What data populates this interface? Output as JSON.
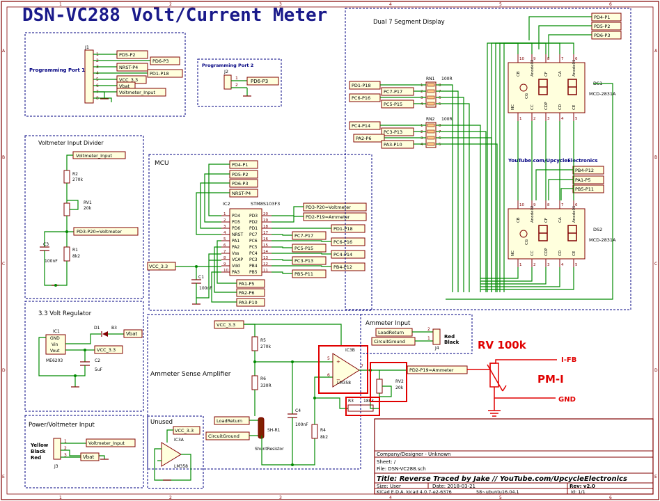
{
  "title": "DSN-VC288 Volt/Current Meter",
  "colors": {
    "wire": "#008a00",
    "box": "#000080",
    "part": "#800000",
    "label_text": "#000000",
    "annot": "#e00000",
    "label_fill": "#ffffdd"
  },
  "border": {
    "cols": [
      "1",
      "2",
      "3",
      "4",
      "5",
      "6"
    ],
    "rows": [
      "A",
      "B",
      "C",
      "D",
      "E"
    ]
  },
  "prog1": {
    "title": "Programming Port 1",
    "ref": "J1",
    "pins": [
      "1",
      "2",
      "3",
      "4",
      "5",
      "6",
      "7",
      "8"
    ],
    "labels": [
      "PD5-P2",
      "PD6-P3",
      "NRST-P4",
      "PD1-P18",
      "VCC_3.3",
      "Vbat",
      "Voltmeter_Input"
    ]
  },
  "prog2": {
    "title": "Programming Port 2",
    "ref": "J2",
    "pins": [
      "1",
      "2"
    ],
    "label": "PD6-P3"
  },
  "vdiv": {
    "title": "Voltmeter Input Divider",
    "in_label": "Voltmeter_Input",
    "r2": "R2",
    "r2v": "270k",
    "rv1": "RV1",
    "rv1v": "20k",
    "c3": "C3",
    "c3v": "100nF",
    "r1": "R1",
    "r1v": "8k2",
    "out_label": "PD3-P20=Voltmeter"
  },
  "reg": {
    "title": "3.3 Volt Regulator",
    "ic1": "IC1",
    "pins": [
      "GND",
      "Vin",
      "Vout"
    ],
    "ic1v": "ME6203",
    "d1": "D1",
    "d1v": "B3",
    "vbat": "Vbat",
    "vcc": "VCC_3.3",
    "c2": "C2",
    "c2v": "5uF"
  },
  "power": {
    "title": "Power/Voltmeter Input",
    "wires": [
      "Yellow",
      "Black",
      "Red"
    ],
    "pins": [
      "1",
      "2",
      "3"
    ],
    "j3": "J3",
    "labels": [
      "Voltmeter_Input",
      "Vbat"
    ]
  },
  "mcu": {
    "title": "MCU",
    "ic": "IC2",
    "part": "STM8S103F3",
    "left_labels": [
      "PD4-P1",
      "PD5-P2",
      "PD6-P3",
      "NRST-P4"
    ],
    "left_pins": [
      "1",
      "2",
      "3",
      "4",
      "5",
      "6",
      "7",
      "8",
      "9",
      "10"
    ],
    "left_names": [
      "PD4",
      "PD5",
      "PD6",
      "NRST",
      "PA1",
      "PA2",
      "Vss",
      "VCAP",
      "Vdd",
      "PA3"
    ],
    "right_pins": [
      "20",
      "19",
      "18",
      "17",
      "16",
      "15",
      "14",
      "13",
      "12",
      "11"
    ],
    "right_names": [
      "PD3",
      "PD2",
      "PD1",
      "PC7",
      "PC6",
      "PC5",
      "PC4",
      "PC3",
      "PB4",
      "PB5"
    ],
    "right_labels": [
      "PD3-P20=Voltmeter",
      "PD2-P19=Ammeter",
      "PD1-P18",
      "PC7-P17",
      "PC6-P16",
      "PC5-P15",
      "PC4-P14",
      "PC3-P13",
      "PB4-P12",
      "PB5-P11"
    ],
    "bottom_labels": [
      "PA1-P5",
      "PA2-P6",
      "PA3-P10"
    ],
    "vcc": "VCC_3.3",
    "c1": "C1",
    "c1v": "100nF"
  },
  "disp": {
    "title": "Dual 7 Segment Display",
    "top_labels": [
      "PD4-P1",
      "PD5-P2",
      "PD6-P3"
    ],
    "rn1": "RN1",
    "rn1v": "100R",
    "rn2": "RN2",
    "rn2v": "100R",
    "rn1_left": [
      "PD1-P18",
      "PC7-P17",
      "PC6-P16",
      "PC5-P15"
    ],
    "rn2_left": [
      "PC4-P14",
      "PC3-P13",
      "PA2-P6",
      "PA3-P10"
    ],
    "rn_pins_l": [
      "1",
      "2",
      "3",
      "4"
    ],
    "rn_pins_r": [
      "8",
      "7",
      "6",
      "5"
    ],
    "ds1": "DS1",
    "ds1v": "MCD-2831A",
    "ds2": "DS2",
    "ds2v": "MCD-2831A",
    "ds_top_pins": [
      "10",
      "9",
      "8",
      "7",
      "6"
    ],
    "ds_bot_pins": [
      "1",
      "2",
      "3",
      "4",
      "5"
    ],
    "ds_top_names": [
      "CB",
      "Anode02",
      "CF",
      "CA",
      "Anode01"
    ],
    "ds_bot_names": [
      "CC",
      "CDP",
      "CD",
      "CE"
    ],
    "ds_side": [
      "NC",
      "CG"
    ],
    "youtube": "YouTube.com/UpcycleElectronics",
    "mid_labels": [
      "PB4-P12",
      "PA1-P5",
      "PB5-P11"
    ]
  },
  "amp": {
    "title": "Ammeter Sense Amplifier",
    "vcc": "VCC_3.3",
    "r5": "R5",
    "r5v": "270k",
    "r6": "R6",
    "r6v": "330R",
    "c4": "C4",
    "c4v": "100nF",
    "r4": "R4",
    "r4v": "8k2",
    "load": "LoadReturn",
    "gnd": "CircuitGround",
    "shunt": "SH-R1",
    "shuntv": "ShuntResistor",
    "ic3b": "IC3B",
    "ic3bv": "LM358",
    "pins": [
      "5",
      "6",
      "7"
    ],
    "rv2": "RV2",
    "rv2v": "20k",
    "r3": "R3",
    "r3v": "180k",
    "out": "PD2-P19=Ammeter"
  },
  "ammin": {
    "title": "Ammeter Input",
    "labels": [
      "LoadReturn",
      "CircuitGround"
    ],
    "pins": [
      "2",
      "1"
    ],
    "j4": "J4",
    "wires": [
      "Red",
      "Black"
    ]
  },
  "unused": {
    "title": "Unused",
    "vcc": "VCC_3.3",
    "ic": "IC3A",
    "icv": "LM358"
  },
  "annot": {
    "rv": "RV 100k",
    "ifb": "I-FB",
    "pmi": "PM-I",
    "gnd": "GND"
  },
  "tb": {
    "company": "Company/Designer - Unknown",
    "sheet": "Sheet: /",
    "file": "File: DSN-VC288.sch",
    "title": "Title: Reverse Traced by Jake // YouTube.com/UpcycleElectronics",
    "size": "Size: User",
    "date": "Date: 2018-03-21",
    "rev": "Rev: v2.0",
    "kicad": "KiCad E.D.A.  kicad 4.0.7-e2-6376",
    "kicad2": "58~ubuntu16.04.1",
    "id": "Id: 1/1"
  }
}
